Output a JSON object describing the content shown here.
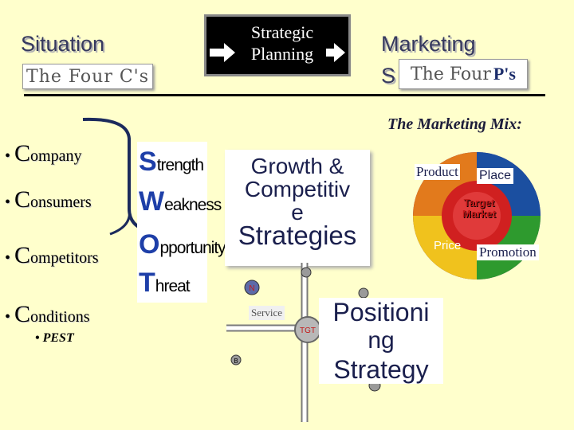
{
  "headings": {
    "situation": "Situation",
    "marketing": "Marketing",
    "marketing_sub": "S"
  },
  "badges": {
    "four_cs": "The Four C's",
    "four_ps_prefix": "The Four ",
    "four_ps_suffix": "P's"
  },
  "strategic_planning": "Strategic Planning",
  "marketing_mix": {
    "title": "The Marketing Mix:",
    "product": "Product",
    "place": "Place",
    "price": "Price",
    "promotion": "Promotion",
    "target": "Target Market"
  },
  "four_cs": [
    {
      "initial": "C",
      "rest": "ompany"
    },
    {
      "initial": "C",
      "rest": "onsumers"
    },
    {
      "initial": "C",
      "rest": "ompetitors"
    },
    {
      "initial": "C",
      "rest": "onditions"
    }
  ],
  "pest": "PEST",
  "swot": [
    {
      "cap": "S",
      "rest": "trength"
    },
    {
      "cap": "W",
      "rest": "eakness"
    },
    {
      "cap": "O",
      "rest": "pportunity"
    },
    {
      "cap": "T",
      "rest": "hreat"
    }
  ],
  "growth": {
    "line1": "Growth &",
    "line2": "Competitiv",
    "line3": "e",
    "line4": "Strategies"
  },
  "positioning": {
    "line1": "Positioni",
    "line2": "ng",
    "line3": "Strategy"
  },
  "positioning_map": {
    "service_label": "Service",
    "tgt_label": "TGT",
    "point_n": "N",
    "point_b": "B"
  },
  "colors": {
    "background": "#ffffcc",
    "heading": "#36395e",
    "swot_accent": "#1e3fa8",
    "wheel_ring": "#4a1d86",
    "wheel_blue": "#1b4fa0",
    "wheel_green": "#2e9a2e",
    "wheel_yellow": "#f0c21d",
    "wheel_orange": "#e27a1c",
    "wheel_red": "#d02020"
  }
}
